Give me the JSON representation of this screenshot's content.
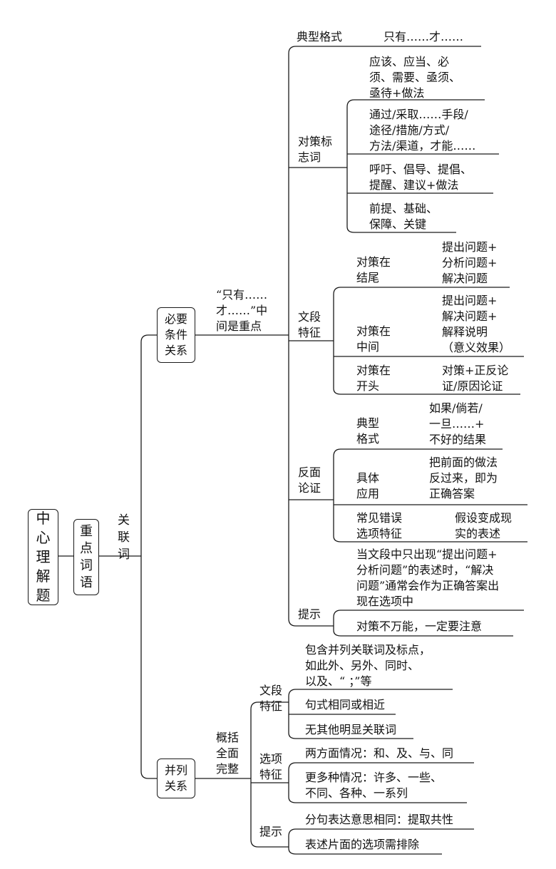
{
  "root": "中\n心\n理\n解\n题",
  "topic": "重\n点\n词\n语",
  "connector": "关\n联\n词",
  "necessary": {
    "label": "必要\n条件\n关系",
    "note": "“只有……\n才……”中\n间是重点",
    "typical_format": {
      "label": "典型格式",
      "value": "只有……才……"
    },
    "strategy_words": {
      "label": "对策标\n志词",
      "items": [
        "应该、应当、必\n须、需要、亟须、\n亟待+做法",
        "通过/采取……手段/\n途径/措施/方式/\n方法/渠道，才能……",
        "呼吁、倡导、提倡、\n提醒、建议+做法",
        "前提、基础、\n保障、关键"
      ]
    },
    "paragraph_features": {
      "label": "文段\n特征",
      "items": [
        {
          "label": "对策在\n结尾",
          "value": "提出问题+\n分析问题+\n解决问题"
        },
        {
          "label": "对策在\n中间",
          "value": "提出问题+\n解决问题+\n解释说明\n（意义效果）"
        },
        {
          "label": "对策在\n开头",
          "value": "对策+正反论\n证/原因论证"
        }
      ]
    },
    "counter_argument": {
      "label": "反面\n论证",
      "items": [
        {
          "label": "典型\n格式",
          "value": "如果/倘若/\n一旦……+\n不好的结果"
        },
        {
          "label": "具体\n应用",
          "value": "把前面的做法\n反过来，即为\n正确答案"
        },
        {
          "label": "常见错误\n选项特征",
          "value": "假设变成现\n实的表述"
        }
      ]
    },
    "tips": {
      "label": "提示",
      "items": [
        "当文段中只出现“提出问题+\n分析问题”的表述时，“解决\n问题”通常会作为正确答案出\n现在选项中",
        "对策不万能，一定要注意"
      ]
    }
  },
  "parallel": {
    "label": "并列\n关系",
    "note": "概括\n全面\n完整",
    "paragraph_features": {
      "label": "文段\n特征",
      "items": [
        "包含并列关联词及标点，\n如此外、另外、同时、\n以及、“ ；”等",
        "句式相同或相近",
        "无其他明显关联词"
      ]
    },
    "option_features": {
      "label": "选项\n特征",
      "items": [
        "两方面情况：和、及、与、同",
        "更多种情况：许多、一些、\n不同、各种、一系列"
      ]
    },
    "tips": {
      "label": "提示",
      "items": [
        "分句表达意思相同：提取共性",
        "表述片面的选项需排除"
      ]
    }
  }
}
